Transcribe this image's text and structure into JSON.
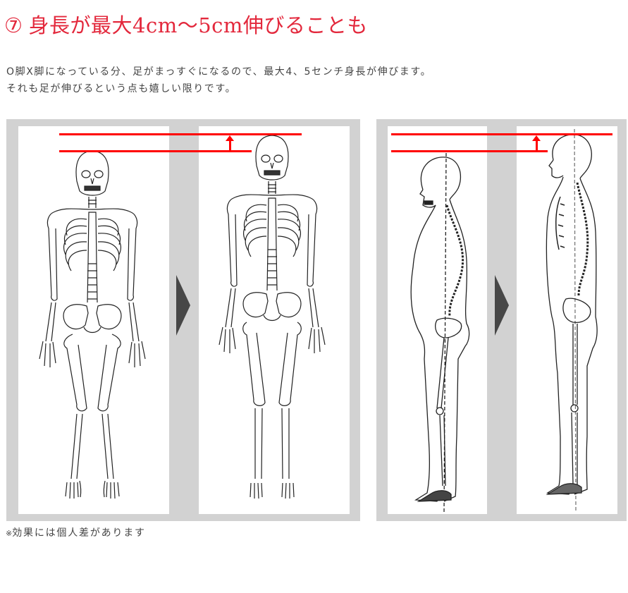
{
  "heading": {
    "number": "⑦",
    "text": "身長が最大4cm〜5cm伸びることも",
    "color": "#e3283c"
  },
  "description": {
    "lines": [
      "O脚X脚になっている分、足がまっすぐになるので、最大4、5センチ身長が伸びます。",
      "それも足が伸びるという点も嬉しい限りです。"
    ],
    "color": "#444444"
  },
  "figures": {
    "front_view": {
      "label": "front-skeleton-comparison",
      "before": "front-skeleton-before",
      "after": "front-skeleton-after",
      "arrow": "triangle-right-icon"
    },
    "side_view": {
      "label": "side-skeleton-comparison",
      "before": "side-skeleton-before",
      "after": "side-skeleton-after",
      "arrow": "triangle-right-icon"
    },
    "colors": {
      "panel_bg": "#d2d2d2",
      "card_bg": "#ffffff",
      "height_line": "#ff0000",
      "arrow": "#474747"
    }
  },
  "footnote": {
    "mark": "※",
    "text": "効果には個人差があります"
  }
}
